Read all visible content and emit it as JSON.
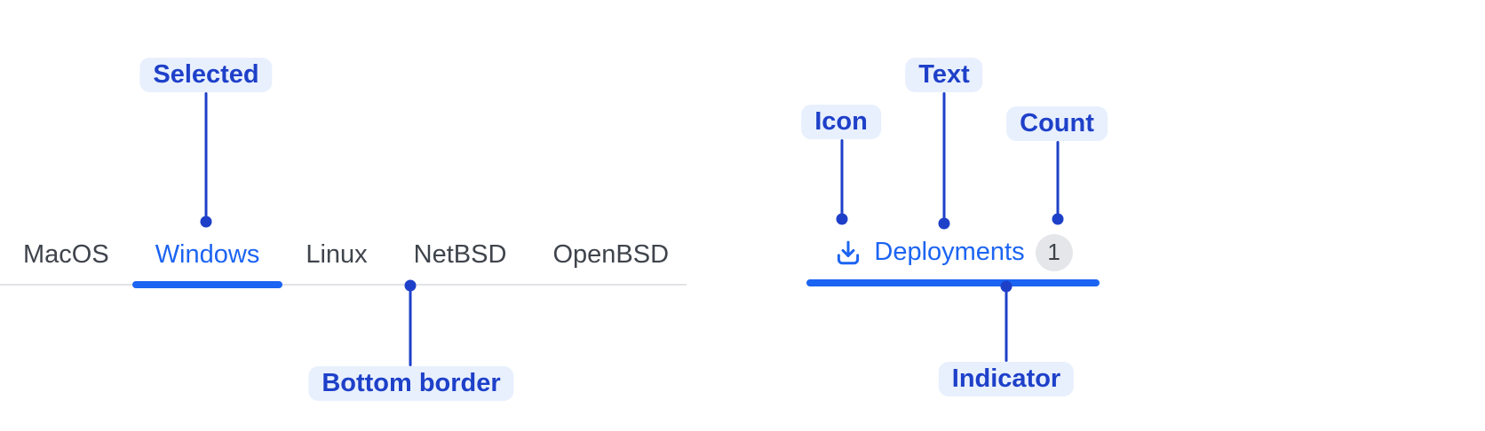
{
  "colors": {
    "accent_blue": "#1c64f2",
    "annotation_blue": "#1e40c9",
    "annotation_pill_bg": "#e8f0fd",
    "tab_text": "#3f444c",
    "tab_bottom_border": "#e1e3e6",
    "count_badge_bg": "#e4e6e9",
    "count_badge_text": "#3d4248"
  },
  "left_tabs": {
    "items": [
      {
        "label": "MacOS",
        "selected": false
      },
      {
        "label": "Windows",
        "selected": true
      },
      {
        "label": "Linux",
        "selected": false
      },
      {
        "label": "NetBSD",
        "selected": false
      },
      {
        "label": "OpenBSD",
        "selected": false
      }
    ]
  },
  "right_tab": {
    "icon": "download-icon",
    "label": "Deployments",
    "count": "1"
  },
  "annotations": {
    "selected": "Selected",
    "bottom_border": "Bottom border",
    "icon": "Icon",
    "text": "Text",
    "count": "Count",
    "indicator": "Indicator"
  }
}
